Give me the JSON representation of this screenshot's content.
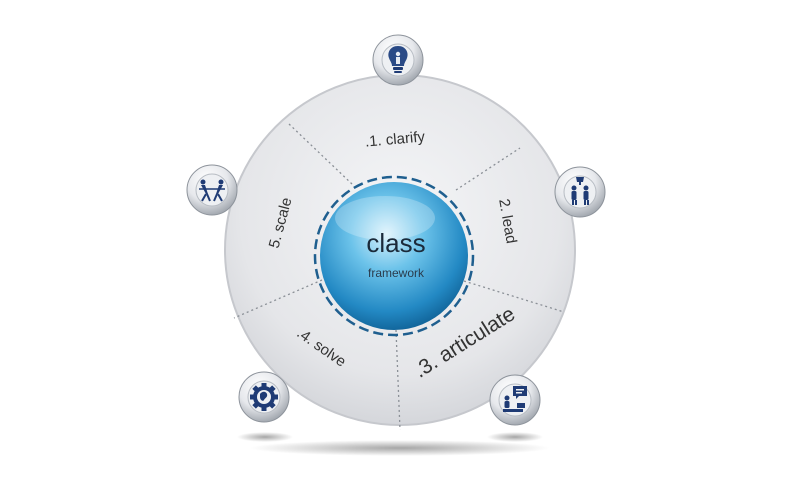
{
  "hub": {
    "title": "class",
    "subtitle": "framework"
  },
  "segments": [
    {
      "label": ".1. clarify",
      "icon": "lightbulb-person-icon"
    },
    {
      "label": "2. lead",
      "icon": "leader-with-trophy-icon"
    },
    {
      "label": ".3. articulate",
      "icon": "presentation-chat-icon"
    },
    {
      "label": ".4. solve",
      "icon": "gear-globe-icon"
    },
    {
      "label": "5. scale",
      "icon": "tug-of-war-icon"
    }
  ],
  "colors": {
    "wheel": "#e6e7ea",
    "divider": "#8a8f96",
    "hub_light": "#b9e3f7",
    "hub_mid": "#3aa4d8",
    "hub_dark": "#0e5f95",
    "icon_fill": "#1f3b75"
  }
}
